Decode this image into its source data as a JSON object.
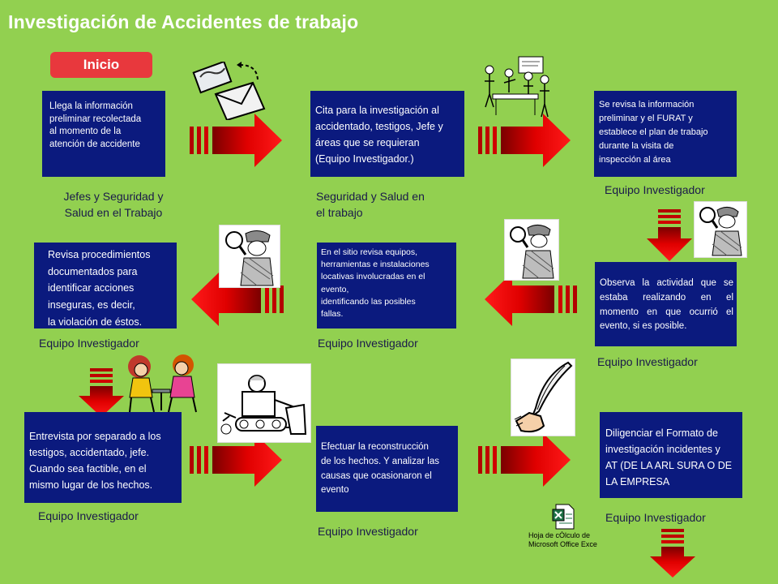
{
  "title": "Investigación de Accidentes de trabajo",
  "start_label": "Inicio",
  "colors": {
    "background": "#92d050",
    "box": "#0b1a7e",
    "arrow": "#e00000",
    "start": "#e8383d",
    "title": "#ffffff"
  },
  "steps": [
    {
      "text": "Llega la información\npreliminar recolectada\nal momento de la\natención de accidente",
      "role": "Jefes y Seguridad y\nSalud en el Trabajo"
    },
    {
      "text": "Cita para la investigación al\naccidentado, testigos, Jefe y\náreas que se requieran\n(Equipo Investigador.)",
      "role": "Seguridad y Salud en\n el trabajo"
    },
    {
      "text": "Se revisa la información\npreliminar y el FURAT y\nestablece el plan de trabajo\ndurante la visita de\ninspección al área",
      "role": "Equipo Investigador"
    },
    {
      "text": "Observa la actividad que se estaba realizando en el momento en que ocurrió el evento, si es posible.",
      "role": "Equipo Investigador"
    },
    {
      "text": "En el sitio revisa equipos,\nherramientas e instalaciones\nlocativas involucradas en el\nevento,\nidentificando las posibles\nfallas.",
      "role": "Equipo Investigador"
    },
    {
      "text": "Revisa procedimientos\ndocumentados para\nidentificar acciones\ninseguras, es decir,\nla violación de éstos.",
      "role": "Equipo Investigador"
    },
    {
      "text": "Entrevista por separado a los\ntestigos, accidentado, jefe.\nCuando sea factible, en el\nmismo lugar de los hechos.",
      "role": "Equipo Investigador"
    },
    {
      "text": "Efectuar la reconstrucción\nde los hechos. Y analizar las\ncausas que ocasionaron el\nevento",
      "role": "Equipo Investigador"
    },
    {
      "text": "Diligenciar el Formato de\ninvestigación incidentes y\nAT (DE LA ARL SURA O DE\nLA EMPRESA",
      "role": "Equipo Investigador"
    }
  ],
  "embedded_file": {
    "label": "Hoja de cÓlculo de\nMicrosoft Office Exce",
    "icon": "spreadsheet-icon"
  },
  "icons": [
    "envelope-icon",
    "meeting-people-icon",
    "detective-icon",
    "interview-women-icon",
    "bulldozer-icon",
    "quill-pen-icon"
  ]
}
